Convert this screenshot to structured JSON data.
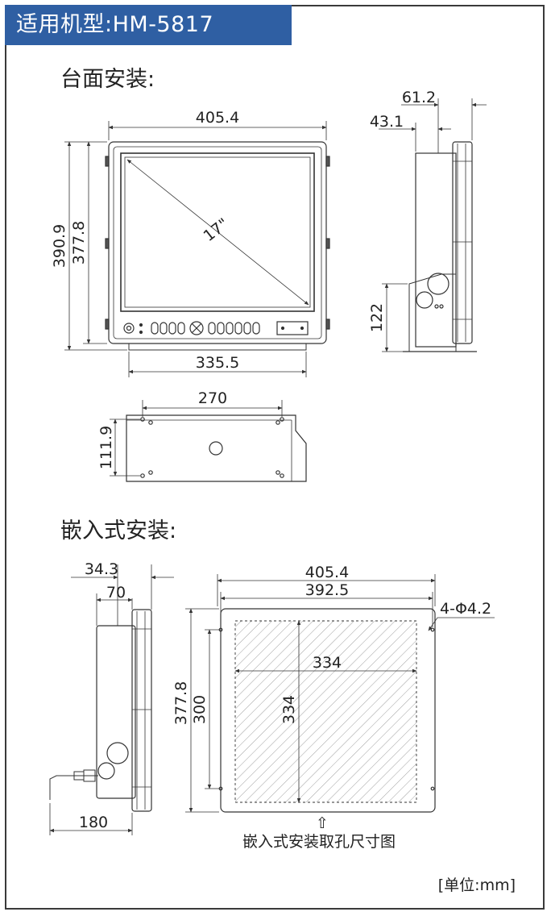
{
  "header": {
    "title": "适用机型:HM-5817"
  },
  "sections": {
    "desk": "台面安装:",
    "embed": "嵌入式安装:"
  },
  "front_view": {
    "width": "405.4",
    "height_outer": "390.9",
    "height_inner": "377.8",
    "bracket_width": "335.5",
    "diagonal": "17\""
  },
  "side_view": {
    "depth_total": "61.2",
    "depth_body": "43.1",
    "bracket_height": "122"
  },
  "bracket_view": {
    "hole_spacing": "270",
    "height": "111.9"
  },
  "embed_side_view": {
    "depth_total": "34.3",
    "depth_body": "70",
    "cable_length": "180"
  },
  "cutout_view": {
    "width_outer": "405.4",
    "width_inner": "392.5",
    "holes": "4-Φ4.2",
    "cut_width": "334",
    "cut_height": "334",
    "height_outer": "377.8",
    "hole_height": "300",
    "caption": "嵌入式安装取孔尺寸图",
    "arrow": "⇧"
  },
  "unit_label": "[单位:mm]",
  "colors": {
    "banner": "#2f5fa3",
    "line": "#3a3a3a"
  }
}
